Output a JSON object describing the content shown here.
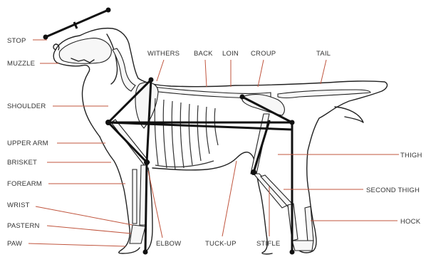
{
  "labels": {
    "stop": "STOP",
    "muzzle": "MUZZLE",
    "shoulder": "SHOULDER",
    "upper_arm": "UPPER ARM",
    "brisket": "BRISKET",
    "forearm": "FOREARM",
    "wrist": "WRIST",
    "pastern": "PASTERN",
    "paw": "PAW",
    "withers": "WITHERS",
    "back": "BACK",
    "loin": "LOIN",
    "croup": "CROUP",
    "tail": "TAIL",
    "thigh": "THIGH",
    "second_thigh": "SECOND THIGH",
    "hock": "HOCK",
    "elbow": "ELBOW",
    "tuck_up": "TUCK-UP",
    "stifle": "STIFLE"
  },
  "colors": {
    "leader_line": "#c0553e",
    "label_text": "#333333",
    "structure_line": "#111111"
  }
}
